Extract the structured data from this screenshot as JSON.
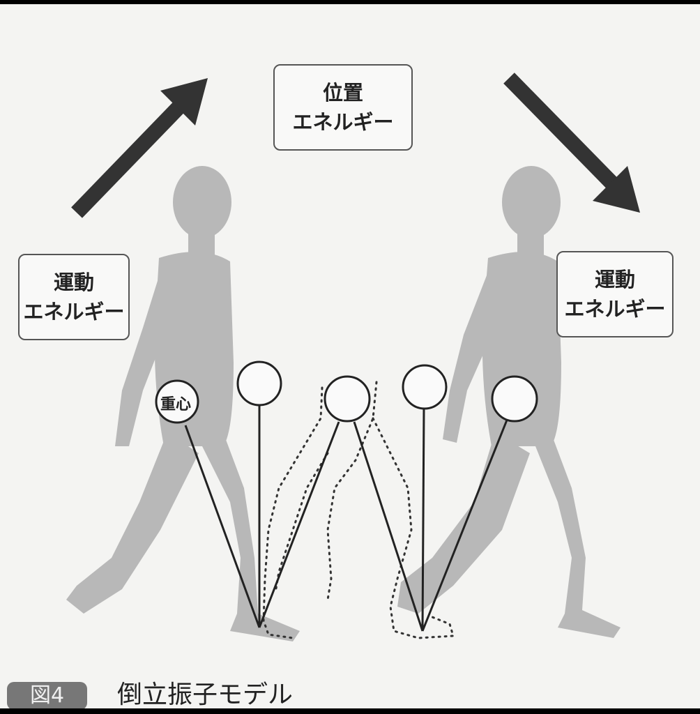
{
  "figure": {
    "caption_badge": "図4",
    "caption_title": "倒立振子モデル"
  },
  "labels": {
    "potential_energy": {
      "line1": "位置",
      "line2": "エネルギー"
    },
    "kinetic_energy_left": {
      "line1": "運動",
      "line2": "エネルギー"
    },
    "kinetic_energy_right": {
      "line1": "運動",
      "line2": "エネルギー"
    },
    "center_of_mass": "重心"
  },
  "arrows": [
    {
      "name": "rising-arrow",
      "direction": "up-right"
    },
    {
      "name": "falling-arrow",
      "direction": "down-right"
    }
  ],
  "pendulum_positions": 5,
  "colors": {
    "background": "#f4f4f2",
    "silhouette": "#b5b5b5",
    "arrow": "#333333",
    "line": "#222222",
    "badge": "#777777"
  }
}
